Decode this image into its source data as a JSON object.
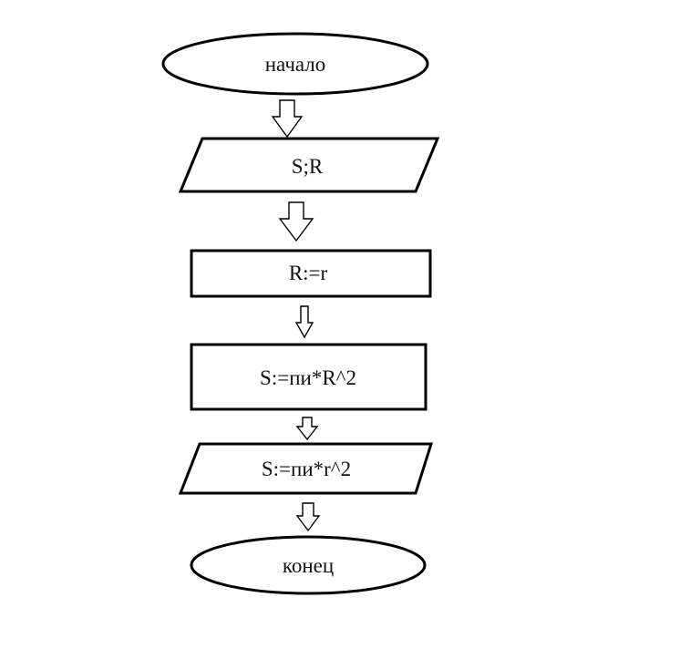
{
  "diagram": {
    "start": {
      "label": "начало"
    },
    "input": {
      "label": "S;R"
    },
    "assign_r": {
      "label": "R:=r"
    },
    "compute": {
      "label": "S:=пи*R^2"
    },
    "output": {
      "label": "S:=пи*r^2"
    },
    "end": {
      "label": "конец"
    }
  }
}
